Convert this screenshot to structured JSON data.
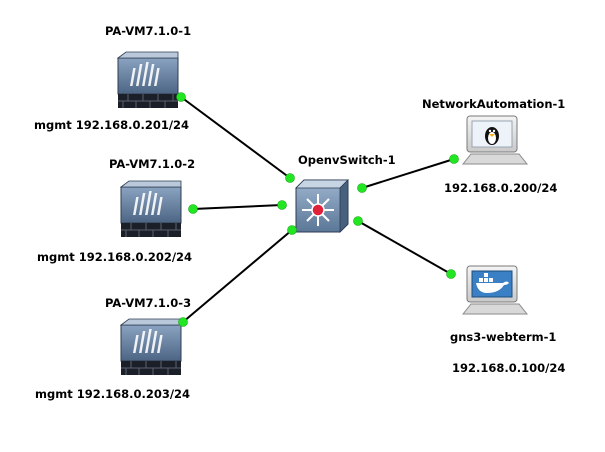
{
  "colors": {
    "link": "#000000",
    "port_up": "#1ee81e",
    "firewall_body": "#5f7896",
    "firewall_accent": "#9fb4cc",
    "switch_body": "#6f8cab",
    "switch_center": "#e0213a",
    "screen_linux": "#1b1f24",
    "screen_docker": "#1f6fae"
  },
  "nodes": [
    {
      "name": "PA-VM7.1.0-1",
      "kind": "firewall",
      "icon": "paloalto-firewall-icon",
      "mgmt": "mgmt 192.168.0.201/24"
    },
    {
      "name": "PA-VM7.1.0-2",
      "kind": "firewall",
      "icon": "paloalto-firewall-icon",
      "mgmt": "mgmt 192.168.0.202/24"
    },
    {
      "name": "PA-VM7.1.0-3",
      "kind": "firewall",
      "icon": "paloalto-firewall-icon",
      "mgmt": "mgmt 192.168.0.203/24"
    },
    {
      "name": "OpenvSwitch-1",
      "kind": "switch",
      "icon": "ethernet-switch-icon"
    },
    {
      "name": "NetworkAutomation-1",
      "kind": "host",
      "icon": "linux-tux-computer-icon",
      "ip": "192.168.0.200/24"
    },
    {
      "name": "gns3-webterm-1",
      "kind": "host",
      "icon": "docker-computer-icon",
      "ip": "192.168.0.100/24"
    }
  ],
  "links": [
    {
      "from": "PA-VM7.1.0-1",
      "to": "OpenvSwitch-1"
    },
    {
      "from": "PA-VM7.1.0-2",
      "to": "OpenvSwitch-1"
    },
    {
      "from": "PA-VM7.1.0-3",
      "to": "OpenvSwitch-1"
    },
    {
      "from": "OpenvSwitch-1",
      "to": "NetworkAutomation-1"
    },
    {
      "from": "OpenvSwitch-1",
      "to": "gns3-webterm-1"
    }
  ]
}
